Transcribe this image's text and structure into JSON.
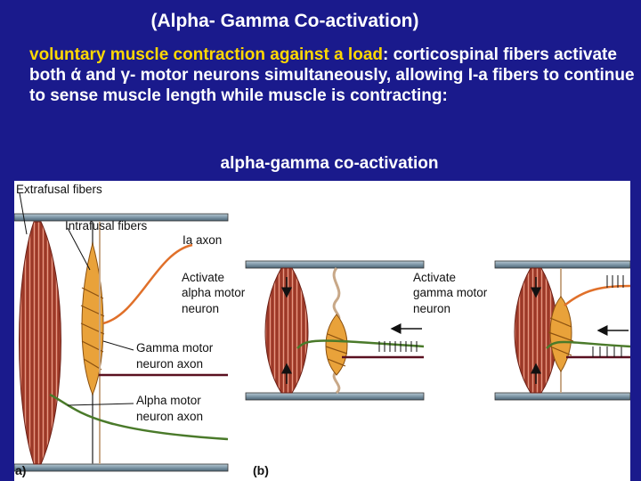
{
  "slide": {
    "title": "(Alpha- Gamma Co-activation)",
    "intro_highlight": "voluntary muscle contraction against a load",
    "intro_rest": ": corticospinal fibers activate both ά and γ- motor neurons simultaneously, allowing I-a fibers to continue to sense muscle length while muscle is contracting:",
    "caption": "alpha-gamma co-activation"
  },
  "figure": {
    "labels": {
      "extrafusal": "Extrafusal fibers",
      "intrafusal": "Intrafusal fibers",
      "ia_axon": "Ia axon",
      "activate_alpha": [
        "Activate",
        "alpha motor",
        "neuron"
      ],
      "gamma_axon": [
        "Gamma motor",
        "neuron axon"
      ],
      "alpha_axon": [
        "Alpha motor",
        "neuron axon"
      ],
      "activate_gamma": [
        "Activate",
        "gamma motor",
        "neuron"
      ]
    },
    "panels": [
      "a)",
      "(b)"
    ],
    "colors": {
      "muscle": "#b44a33",
      "muscle_stripe": "#e69070",
      "spindle": "#e9a23a",
      "plate": "#7f98a8",
      "alpha_nerve": "#4a7a2a",
      "gamma_nerve": "#5a1020",
      "ia_nerve": "#e0702a"
    }
  }
}
